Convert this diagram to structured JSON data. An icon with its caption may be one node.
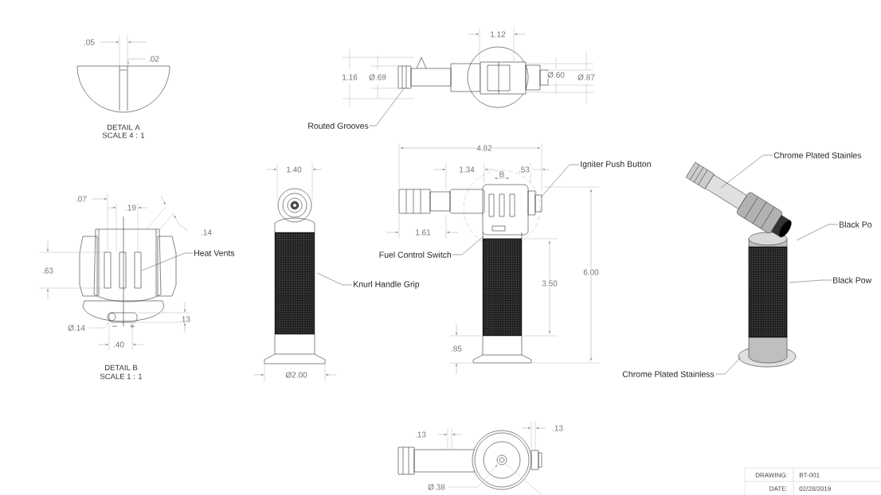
{
  "diagram": {
    "nodes": [
      {
        "text": [
          "Routed Grooves"
        ]
      },
      {
        "text": [
          "Heat Vents"
        ]
      },
      {
        "text": [
          "Knurl Handle Grip"
        ]
      },
      {
        "text": [
          "Fuel Control Switch"
        ]
      },
      {
        "text": [
          "Igniter Push Button"
        ]
      },
      {
        "text": [
          "Chrome Plated Stainles"
        ]
      },
      {
        "text": [
          "Black Po"
        ]
      },
      {
        "text": [
          "Black Pow"
        ]
      },
      {
        "text": [
          "Chrome Plated Stainless"
        ]
      },
      {
        "text": [],
        "shape": "picture"
      },
      {
        "text": [],
        "shape": "picture"
      },
      {
        "text": [],
        "shape": "picture"
      },
      {
        "text": [],
        "shape": "picture"
      },
      {
        "text": [],
        "shape": "picture"
      }
    ],
    "edges": [
      {
        "from": 0,
        "to": 9,
        "arrow": "none"
      },
      {
        "from": 1,
        "to": 10,
        "arrow": "none"
      },
      {
        "from": 2,
        "to": 11,
        "arrow": "none"
      },
      {
        "from": 3,
        "to": 12,
        "arrow": "none"
      },
      {
        "from": 4,
        "to": 12,
        "arrow": "none"
      },
      {
        "from": 5,
        "to": 13,
        "arrow": "none"
      },
      {
        "from": 6,
        "to": 13,
        "arrow": "none"
      },
      {
        "from": 7,
        "to": 13,
        "arrow": "none"
      },
      {
        "from": 8,
        "to": 13,
        "arrow": "none"
      }
    ],
    "labels": [
      ".05",
      ".02",
      "DETAIL A",
      "SCALE 4 : 1",
      "1.12",
      "1.16",
      "Ø.69",
      "Ø.60",
      "Ø.87",
      "4.82",
      "1.40",
      "1.34",
      "B",
      ".53",
      "1.61",
      "6.00",
      "3.50",
      ".85",
      "Ø2.00",
      ".07",
      ".19",
      ".14",
      ".63",
      ".13",
      "Ø.14",
      ".40",
      "DETAIL B",
      "SCALE 1 : 1",
      ".13",
      ".13",
      "Ø.38",
      "DRAWING:",
      "BT-001",
      "DATE:",
      "02/28/2019"
    ]
  }
}
